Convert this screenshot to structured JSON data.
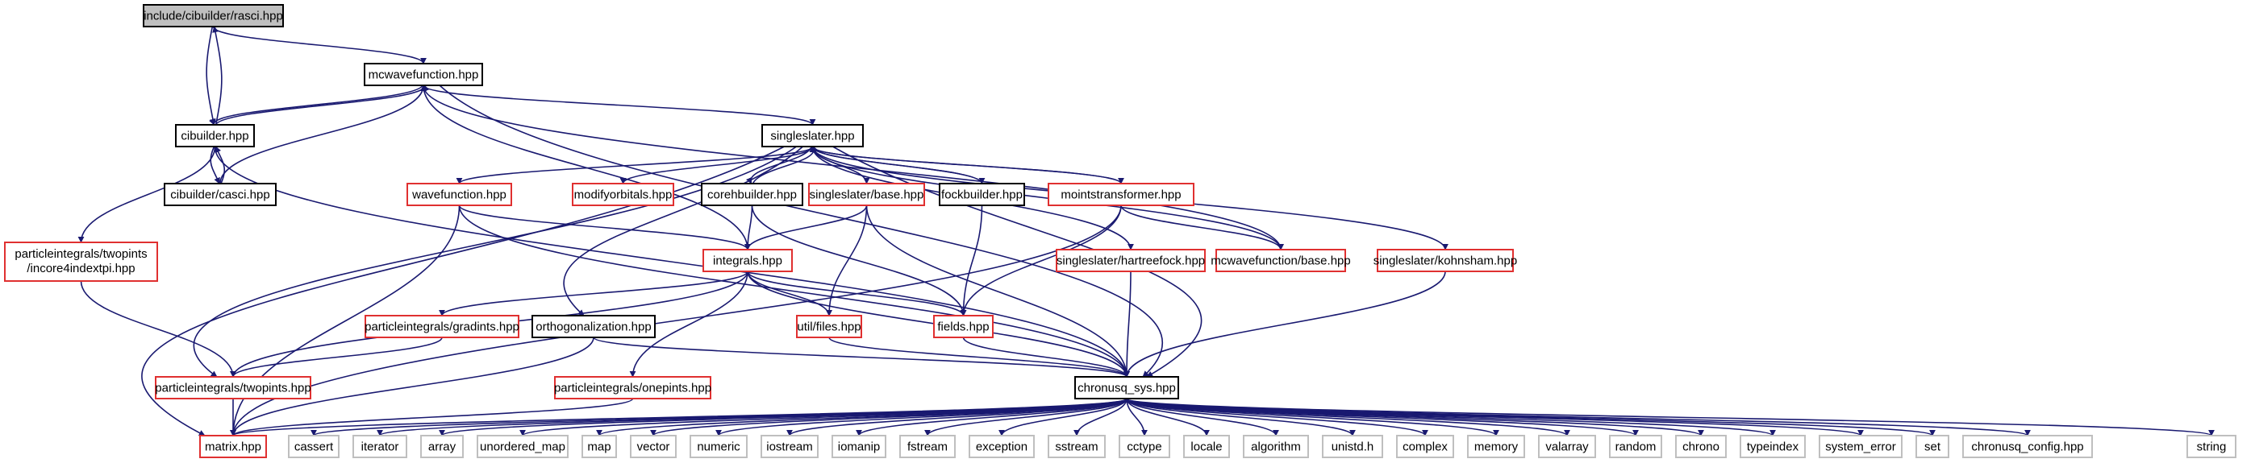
{
  "colors": {
    "edge": "#191970",
    "border_black": "#000000",
    "border_red": "#e03030",
    "border_gray": "#bfbfbf",
    "root_fill": "#bfbfbf"
  },
  "nodes": {
    "rasci": "include/cibuilder/rasci.hpp",
    "mcwave": "mcwavefunction.hpp",
    "cibuilder": "cibuilder.hpp",
    "casci": "cibuilder/casci.hpp",
    "incore1": "particleintegrals/twopints",
    "incore2": "/incore4indextpi.hpp",
    "singleslater": "singleslater.hpp",
    "wavefunction": "wavefunction.hpp",
    "modifyorbitals": "modifyorbitals.hpp",
    "corehbuilder": "corehbuilder.hpp",
    "ssbase": "singleslater/base.hpp",
    "fockbuilder": "fockbuilder.hpp",
    "mointstransformer": "mointstransformer.hpp",
    "integrals": "integrals.hpp",
    "hartreefock": "singleslater/hartreefock.hpp",
    "mcbase": "mcwavefunction/base.hpp",
    "kohnsham": "singleslater/kohnsham.hpp",
    "gradints": "particleintegrals/gradints.hpp",
    "orthogonalization": "orthogonalization.hpp",
    "utilfiles": "util/files.hpp",
    "fields": "fields.hpp",
    "twopints": "particleintegrals/twopints.hpp",
    "onepints": "particleintegrals/onepints.hpp",
    "sys": "chronusq_sys.hpp",
    "matrix": "matrix.hpp",
    "cassert": "cassert",
    "iterator": "iterator",
    "array": "array",
    "unordered_map": "unordered_map",
    "map": "map",
    "vector": "vector",
    "numeric": "numeric",
    "iostream": "iostream",
    "iomanip": "iomanip",
    "fstream": "fstream",
    "exception": "exception",
    "sstream": "sstream",
    "cctype": "cctype",
    "locale": "locale",
    "algorithm": "algorithm",
    "unistd": "unistd.h",
    "complex": "complex",
    "memory": "memory",
    "valarray": "valarray",
    "random": "random",
    "chrono": "chrono",
    "typeindex": "typeindex",
    "system_error": "system_error",
    "set": "set",
    "config": "chronusq_config.hpp",
    "string": "string"
  }
}
